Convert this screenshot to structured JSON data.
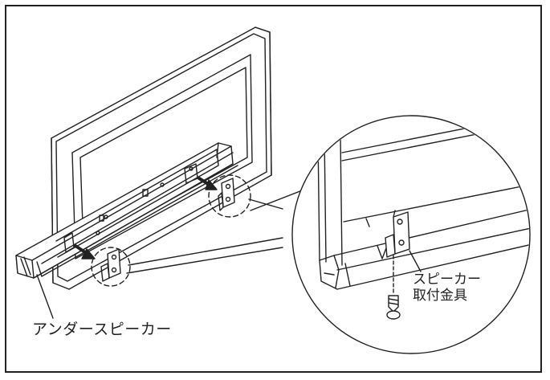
{
  "labels": {
    "under_speaker": "アンダースピーカー",
    "bracket_line1": "スピーカー",
    "bracket_line2": "取付金具"
  },
  "colors": {
    "line": "#222222",
    "background": "#ffffff",
    "shade": "#9a9a9a"
  }
}
